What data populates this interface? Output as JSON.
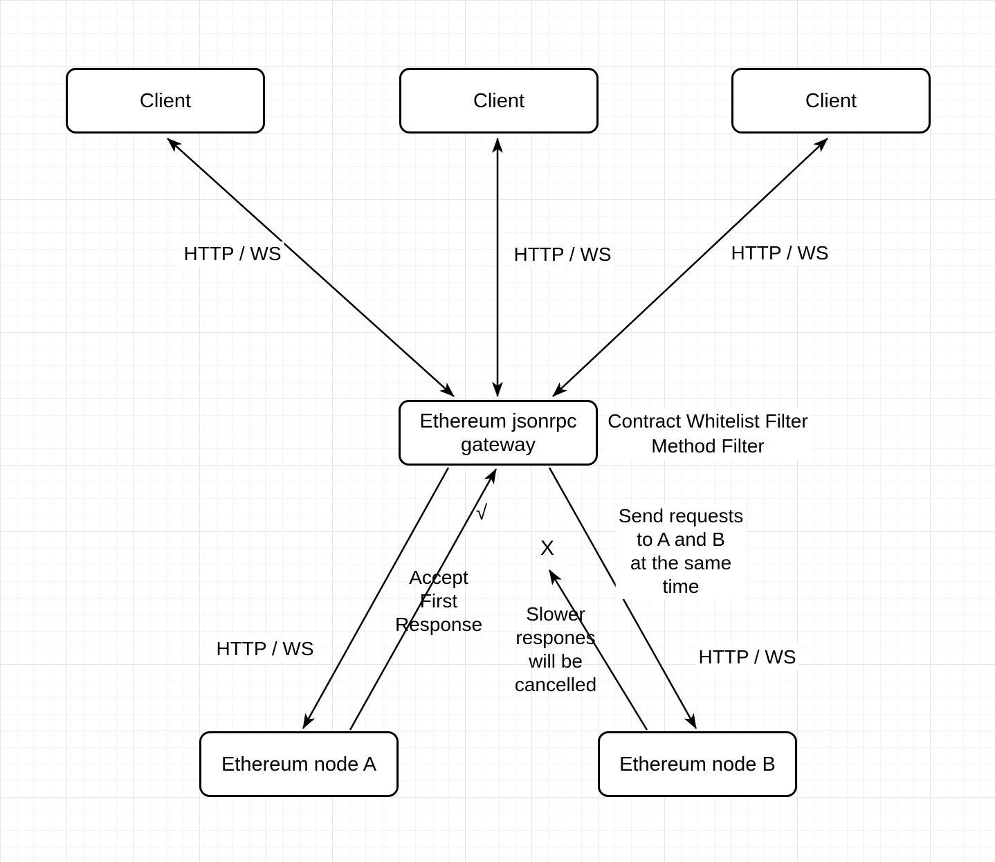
{
  "diagram": {
    "nodes": {
      "client_left": "Client",
      "client_center": "Client",
      "client_right": "Client",
      "gateway": "Ethereum jsonrpc\ngateway",
      "node_a": "Ethereum node A",
      "node_b": "Ethereum node B"
    },
    "edge_labels": {
      "http_ws_left": "HTTP / WS",
      "http_ws_center": "HTTP / WS",
      "http_ws_right": "HTTP / WS",
      "http_ws_node_a": "HTTP / WS",
      "http_ws_node_b": "HTTP / WS"
    },
    "annotations": {
      "gateway_note": "Contract Whitelist Filter\nMethod Filter",
      "send_requests": "Send requests\nto A and B\nat the same\ntime",
      "accept_first_response": "Accept\nFirst\nResponse",
      "slower_responses": "Slower\nrespones\nwill be\ncancelled",
      "check_mark": "√",
      "cancel_mark": "X"
    },
    "colors": {
      "stroke": "#000000",
      "node_fill": "#ffffff",
      "background": "#ffffff",
      "grid_minor": "#f4f4f4",
      "grid_major": "#e7e7e7"
    }
  }
}
